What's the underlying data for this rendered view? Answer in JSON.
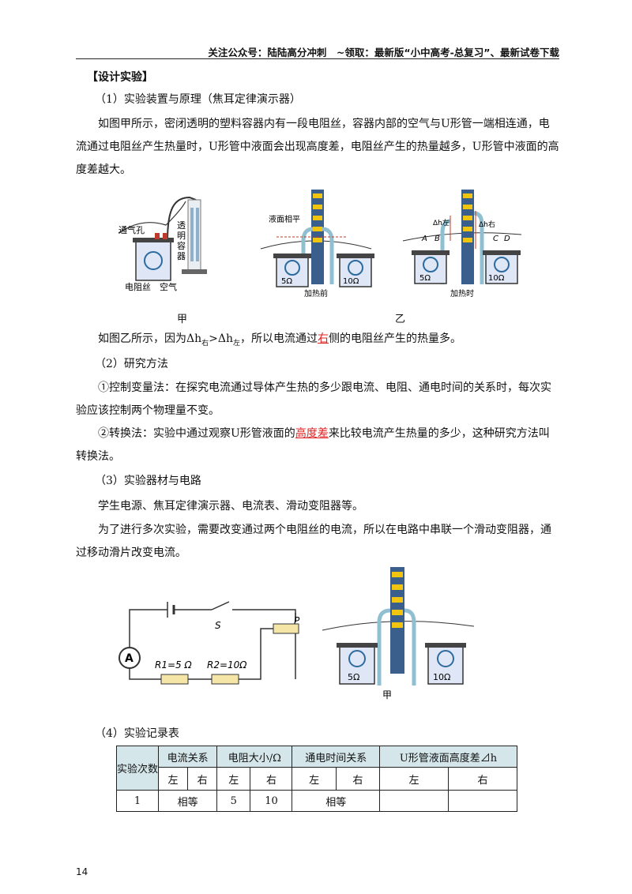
{
  "header": {
    "text": "关注公众号：陆陆高分冲刺　~领取：最新版“小中高考-总复习”、最新试卷下载"
  },
  "section_title": "【设计实验】",
  "s1": {
    "title": "（1）实验装置与原理（焦耳定律演示器）",
    "p1": "如图甲所示，密闭透明的塑料容器内有一段电阻丝，容器内部的空气与U形管一端相连通，电流通过电阻丝产生热量时，U形管中液面会出现高度差，电阻丝产生的热量越多，U形管中液面的高度差越大。",
    "p2_pre": "如图乙所示，因为Δh",
    "p2_sub1": "右",
    "p2_mid": ">Δh",
    "p2_sub2": "左",
    "p2_mid2": "，所以电流通过",
    "p2_ans": "右",
    "p2_post": "侧的电阻丝产生的热量多。"
  },
  "fig1": {
    "jia_labels": {
      "vent": "通气孔",
      "container": [
        "透",
        "明",
        "容",
        "器"
      ],
      "wire": "电阻丝",
      "air": "空气"
    },
    "before": {
      "level": "液面相平",
      "r_left": "5Ω",
      "r_right": "10Ω",
      "caption": "加热前"
    },
    "after": {
      "dh_left": "Δh左",
      "dh_right": "Δh右",
      "a": "A",
      "b": "B",
      "c": "C",
      "d": "D",
      "r_left": "5Ω",
      "r_right": "10Ω",
      "caption": "加热时"
    },
    "cap_jia": "甲",
    "cap_yi": "乙"
  },
  "s2": {
    "title": "（2）研究方法",
    "p1": "①控制变量法：在探究电流通过导体产生热的多少跟电流、电阻、通电时间的关系时，每次实验应该控制两个物理量不变。",
    "p2_pre": "②转换法：实验中通过观察U形管液面的",
    "p2_ans": "高度差",
    "p2_post": "来比较电流产生热量的多少，这种研究方法叫转换法。"
  },
  "s3": {
    "title": "（3）实验器材与电路",
    "p1": "学生电源、焦耳定律演示器、电流表、滑动变阻器等。",
    "p2": "为了进行多次实验，需要改变通过两个电阻丝的电流，所以在电路中串联一个滑动变阻器，通过移动滑片改变电流。"
  },
  "fig2": {
    "ammeter": "A",
    "switch": "S",
    "slider": "P",
    "r1": "R1=5 Ω",
    "r2": "R2=10Ω",
    "r_left": "5Ω",
    "r_right": "10Ω",
    "caption": "甲"
  },
  "s4": {
    "title": "（4）实验记录表",
    "headers": [
      "实验次数",
      "电流关系",
      "电阻大小/Ω",
      "通电时间关系",
      "U形管液面高度差⊿h"
    ],
    "sub": [
      "左",
      "右",
      "左",
      "右",
      "左",
      "右",
      "左",
      "右"
    ],
    "row1": [
      "1",
      "相等",
      "5",
      "10",
      "相等",
      "",
      ""
    ]
  },
  "page_number": "14"
}
